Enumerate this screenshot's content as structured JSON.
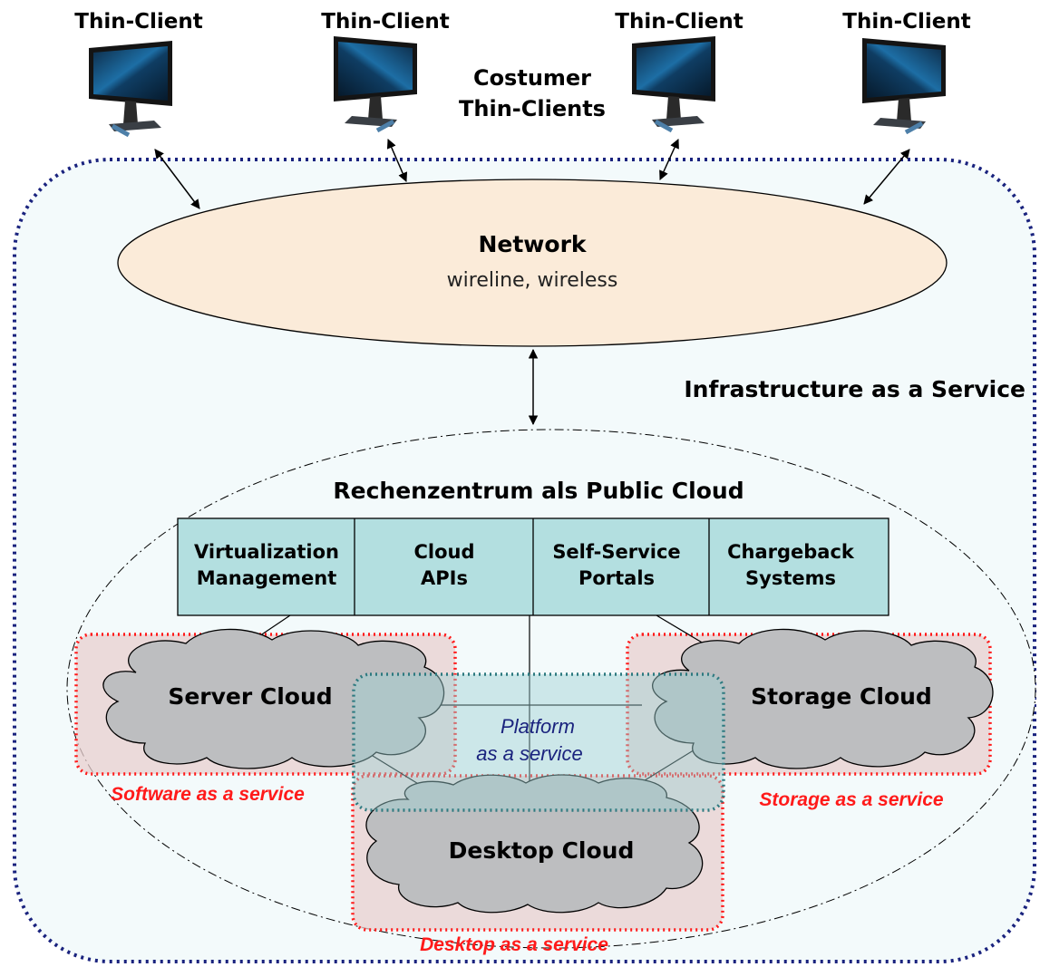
{
  "clients": {
    "label_1": "Thin-Client",
    "label_2": "Thin-Client",
    "label_3": "Thin-Client",
    "label_4": "Thin-Client",
    "group_line1": "Costumer",
    "group_line2": "Thin-Clients",
    "icon": "monitor-icon"
  },
  "network": {
    "title": "Network",
    "subtitle": "wireline, wireless"
  },
  "iaas": {
    "label": "Infrastructure as a Service"
  },
  "datacenter": {
    "title": "Rechenzentrum als Public Cloud",
    "modules": [
      {
        "line1": "Virtualization",
        "line2": "Management"
      },
      {
        "line1": "Cloud",
        "line2": "APIs"
      },
      {
        "line1": "Self-Service",
        "line2": "Portals"
      },
      {
        "line1": "Chargeback",
        "line2": "Systems"
      }
    ]
  },
  "clouds": {
    "server": "Server Cloud",
    "storage": "Storage Cloud",
    "desktop": "Desktop Cloud"
  },
  "services": {
    "platform_line1": "Platform",
    "platform_line2": "as a service",
    "software": "Software as a service",
    "storage": "Storage as a service",
    "desktop": "Desktop as a service"
  },
  "colors": {
    "iaas_border": "#1a237e",
    "iaas_fill": "#f3fafb",
    "network_fill": "#fbebd9",
    "module_fill": "#b3dfe0",
    "cloud_fill": "#bdbec0",
    "service_border": "#ff1a1a",
    "service_fill": "#e8cfcf",
    "platform_border": "#2e7a80",
    "platform_fill": "#9ed0d3",
    "red_text": "#ff1a1a",
    "platform_text": "#1a237e"
  }
}
